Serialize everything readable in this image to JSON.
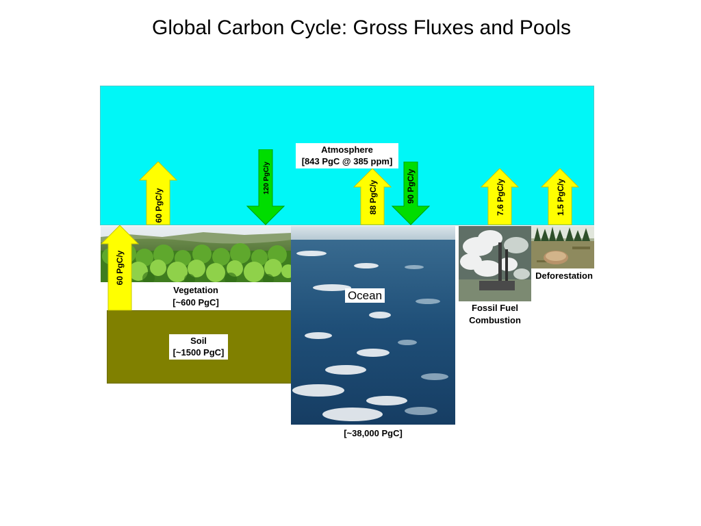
{
  "title": "Global Carbon Cycle: Gross Fluxes and Pools",
  "pools": {
    "atmosphere": {
      "line1": "Atmosphere",
      "line2": "[843 PgC @ 385 ppm]"
    },
    "vegetation": {
      "line1": "Vegetation",
      "line2": "[~600 PgC]"
    },
    "soil": {
      "line1": "Soil",
      "line2": "[~1500 PgC]"
    },
    "ocean": {
      "label": "Ocean",
      "amount": "[~38,000 PgC]"
    }
  },
  "sources": {
    "fossil_fuel": {
      "line1": "Fossil Fuel",
      "line2": "Combustion"
    },
    "deforestation": {
      "label": "Deforestation"
    }
  },
  "fluxes": {
    "land_up": "60 PgC/y",
    "land_down": "120 PgC/y",
    "ocean_up": "88 PgC/y",
    "ocean_down": "90 PgC/y",
    "fossil_up": "7.6 PgC/y",
    "deforestation_up": "1.5 PgC/y",
    "soil_up": "60 PgC/y"
  },
  "colors": {
    "atmosphere": "#00f7f7",
    "soil": "#808000",
    "up_arrow": "#ffff00",
    "down_arrow": "#00dd00"
  }
}
